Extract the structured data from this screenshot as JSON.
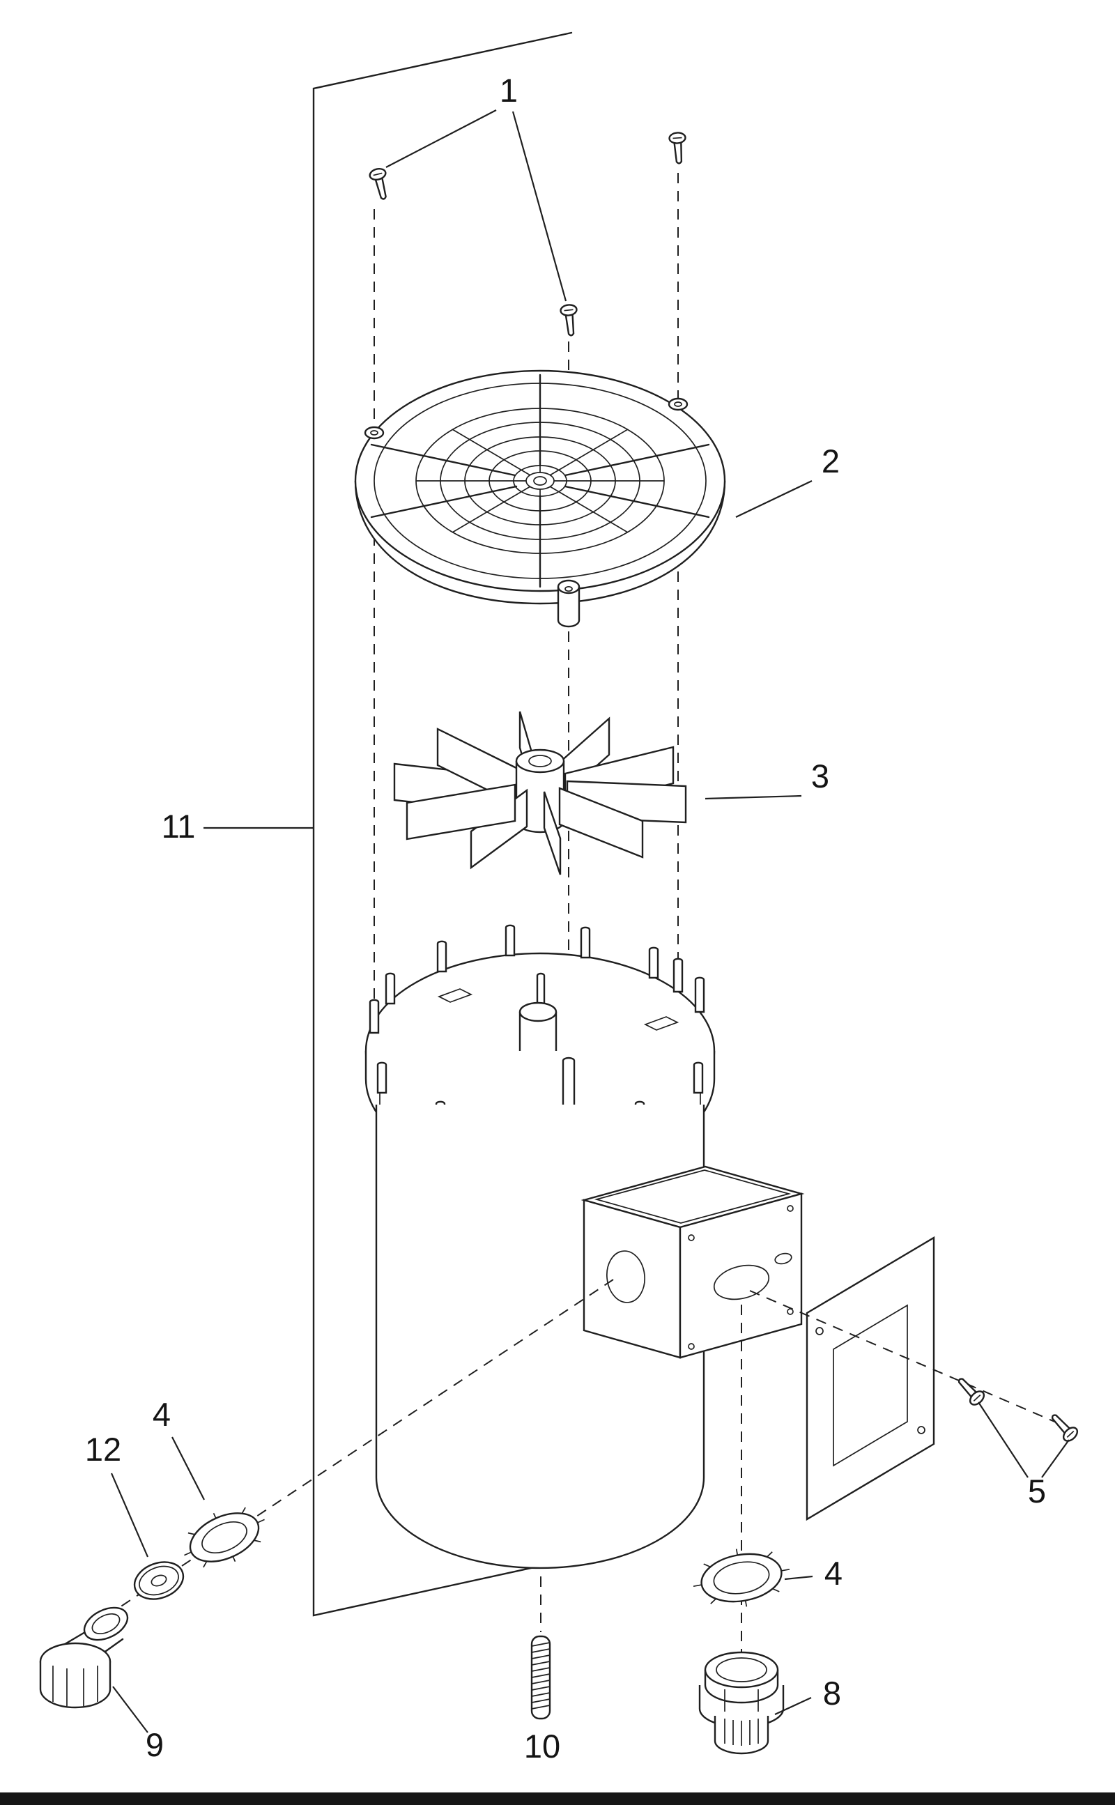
{
  "page": {
    "background": "#ffffff",
    "line_color": "#1f1f1f",
    "footer_bar_color": "#161616"
  },
  "labels": {
    "part1": "1",
    "part2": "2",
    "part3": "3",
    "part4_left": "4",
    "part4_right": "4",
    "part5": "5",
    "part8": "8",
    "part9": "9",
    "part10": "10",
    "part11": "11",
    "part12": "12"
  }
}
